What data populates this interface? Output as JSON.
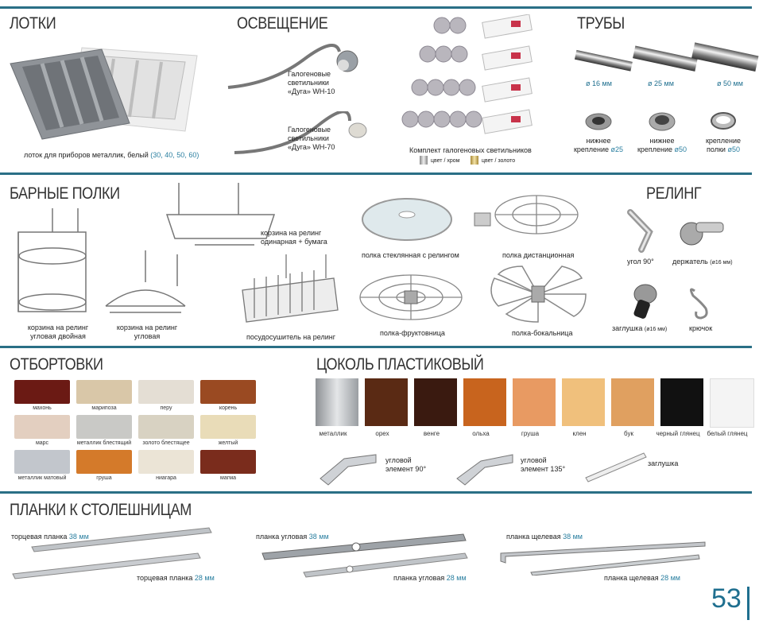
{
  "sections": {
    "trays": "ЛОТКИ",
    "lighting": "ОСВЕЩЕНИЕ",
    "pipes": "ТРУБЫ",
    "bar_shelves": "БАРНЫЕ ПОЛКИ",
    "railing": "РЕЛИНГ",
    "edging": "ОТБОРТОВКИ",
    "plinth": "ЦОКОЛЬ ПЛАСТИКОВЫЙ",
    "strips": "ПЛАНКИ К СТОЛЕШНИЦАМ"
  },
  "trays": {
    "caption_text": "лоток для приборов металлик, белый",
    "caption_sizes": "(30, 40, 50, 60)"
  },
  "lighting": {
    "lamp1": [
      "Галогеновые",
      "светильники",
      "«Дуга» WH-10"
    ],
    "lamp2": [
      "Галогеновые",
      "светильники",
      "«Дуга» WH-70"
    ],
    "kit": "Комплект галогеновых светильников",
    "color_chrome": "цвет / хром",
    "color_gold": "цвет / золото"
  },
  "pipes": {
    "d16": "ø 16 мм",
    "d25": "ø 25 мм",
    "d50": "ø 50 мм",
    "mount25_a": "нижнее",
    "mount25_b": "крепление",
    "mount25_d": "ø25",
    "mount50_a": "нижнее",
    "mount50_b": "крепление",
    "mount50_d": "ø50",
    "shelf50_a": "крепление",
    "shelf50_b": "полки",
    "shelf50_d": "ø50"
  },
  "bar_shelves": {
    "corner_double": [
      "корзина на релинг",
      "угловая двойная"
    ],
    "corner": [
      "корзина на релинг",
      "угловая"
    ],
    "single_paper": [
      "корзина на релинг",
      "одинарная + бумага"
    ],
    "dish_dryer": "посудосушитель на релинг",
    "glass_shelf": "полка стеклянная с релингом",
    "distance_shelf": "полка дистанционная",
    "fruit_shelf": "полка-фруктовница",
    "glass_holder": "полка-бокальница"
  },
  "railing": {
    "angle": "угол 90°",
    "holder": "держатель",
    "holder_d": "(ø16 мм)",
    "cap": "заглушка",
    "cap_d": "(ø16 мм)",
    "hook": "крючок"
  },
  "edging": [
    {
      "label": "махонь",
      "color": "#6b1a14"
    },
    {
      "label": "марипоза",
      "color": "#d9c7a8"
    },
    {
      "label": "перу",
      "color": "#e4ded4"
    },
    {
      "label": "корень",
      "color": "#9a4a22"
    },
    {
      "label": "марс",
      "color": "#e3cfc0"
    },
    {
      "label": "металлик блестящий",
      "color": "#c9c9c6"
    },
    {
      "label": "золото блестящее",
      "color": "#d8d2c2"
    },
    {
      "label": "желтый",
      "color": "#e9dcb8"
    },
    {
      "label": "металлик матовый",
      "color": "#c2c6cc"
    },
    {
      "label": "груша",
      "color": "#d47a2a"
    },
    {
      "label": "ниагара",
      "color": "#ebe4d6"
    },
    {
      "label": "магма",
      "color": "#7a2c1c"
    }
  ],
  "plinth": [
    {
      "label": "металлик",
      "color": "#b9bcc0"
    },
    {
      "label": "орех",
      "color": "#5a2a14"
    },
    {
      "label": "венге",
      "color": "#3a1a10"
    },
    {
      "label": "ольха",
      "color": "#c8641e"
    },
    {
      "label": "груша",
      "color": "#e89a62"
    },
    {
      "label": "клен",
      "color": "#f0c07c"
    },
    {
      "label": "бук",
      "color": "#e0a060"
    },
    {
      "label": "черный глянец",
      "color": "#111111"
    },
    {
      "label": "белый глянец",
      "color": "#f4f4f4"
    }
  ],
  "plinth_elements": {
    "corner90": [
      "угловой",
      "элемент 90°"
    ],
    "corner135": [
      "угловой",
      "элемент 135°"
    ],
    "cap": "заглушка"
  },
  "strips": {
    "end38": "торцевая планка",
    "end38_mm": "38 мм",
    "end28": "торцевая планка",
    "end28_mm": "28 мм",
    "corner38": "планка угловая",
    "corner38_mm": "38 мм",
    "corner28": "планка угловая",
    "corner28_mm": "28 мм",
    "slot38": "планка щелевая",
    "slot38_mm": "38 мм",
    "slot28": "планка щелевая",
    "slot28_mm": "28 мм"
  },
  "page_number": "53",
  "colors": {
    "accent": "#2a6f86",
    "highlight": "#2a7fa0"
  }
}
